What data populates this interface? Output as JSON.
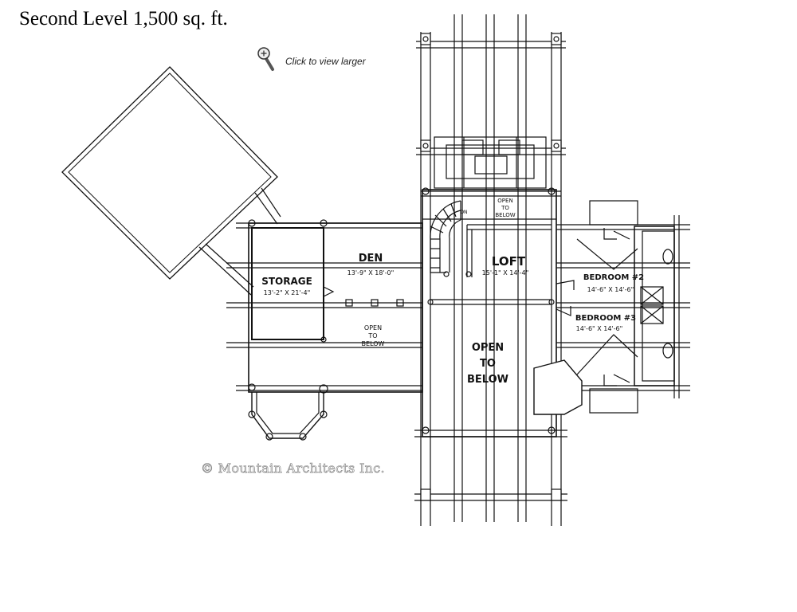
{
  "page": {
    "title": "Second Level 1,500 sq. ft.",
    "zoom_icon": "magnifier-icon",
    "zoom_label": "Click to view larger",
    "copyright": "© Mountain Architects Inc."
  },
  "rooms": {
    "den": {
      "label": "DEN",
      "dims": "13'-9\" X 18'-0\""
    },
    "storage": {
      "label": "STORAGE",
      "dims": "13'-2\" X 21'-4\""
    },
    "loft": {
      "label": "LOFT",
      "dims": "15'-1\" X 14'-4\""
    },
    "bedroom2": {
      "label": "BEDROOM #2",
      "dims": "14'-6\" X 14'-6\""
    },
    "bedroom3": {
      "label": "BEDROOM #3",
      "dims": "14'-6\" X 14'-6\""
    },
    "open_top": [
      "OPEN",
      "TO",
      "BELOW"
    ],
    "open_den": [
      "OPEN",
      "TO",
      "BELOW"
    ],
    "open_main": [
      "OPEN",
      "TO",
      "BELOW"
    ],
    "stair_label": "DN"
  }
}
